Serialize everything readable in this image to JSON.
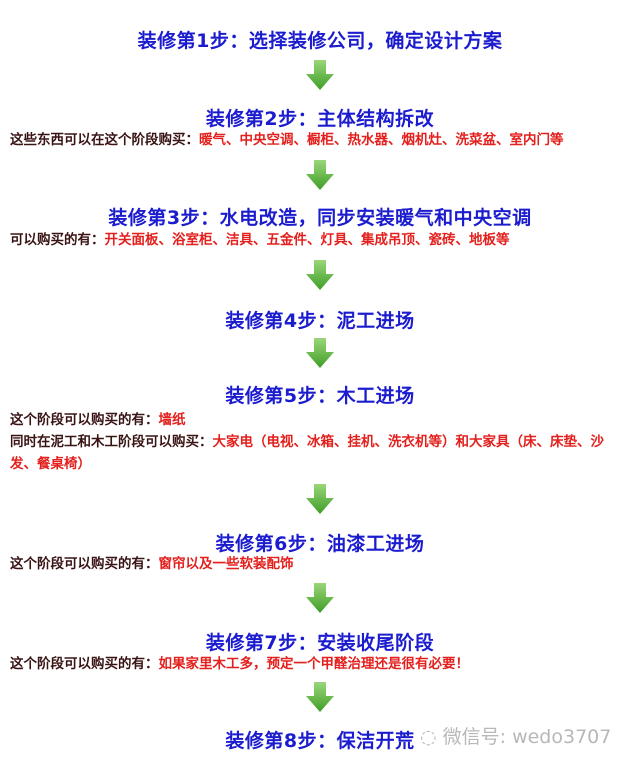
{
  "steps": [
    {
      "title": "装修第1步：选择装修公司，确定设计方案",
      "notes": []
    },
    {
      "title": "装修第2步：主体结构拆改",
      "notes": [
        {
          "label": "这些东西可以在这个阶段购买：",
          "value": "暖气、中央空调、橱柜、热水器、烟机灶、洗菜盆、室内门等"
        }
      ]
    },
    {
      "title": "装修第3步：水电改造，同步安装暖气和中央空调",
      "notes": [
        {
          "label": "可以购买的有：",
          "value": "开关面板、浴室柜、洁具、五金件、灯具、集成吊顶、瓷砖、地板等"
        }
      ]
    },
    {
      "title": "装修第4步：泥工进场",
      "notes": []
    },
    {
      "title": "装修第5步：木工进场",
      "notes": [
        {
          "label": "这个阶段可以购买的有：",
          "value": "墙纸"
        },
        {
          "label": "同时在泥工和木工阶段可以购买：",
          "value": "大家电（电视、冰箱、挂机、洗衣机等）和大家具（床、床垫、沙发、餐桌椅）"
        }
      ]
    },
    {
      "title": "装修第6步：油漆工进场",
      "notes": [
        {
          "label": "这个阶段可以购买的有：",
          "value": "窗帘以及一些软装配饰"
        }
      ]
    },
    {
      "title": "装修第7步：安装收尾阶段",
      "notes": [
        {
          "label": "这个阶段可以购买的有：",
          "value": "如果家里木工多，预定一个甲醛治理还是很有必要！"
        }
      ]
    },
    {
      "title": "装修第8步：保洁开荒",
      "notes": []
    }
  ],
  "watermark": "微信号: wedo3707",
  "colors": {
    "title": "#1c1ccf",
    "label": "#3a1414",
    "value": "#e3201d",
    "arrow": "#5cb83a"
  }
}
